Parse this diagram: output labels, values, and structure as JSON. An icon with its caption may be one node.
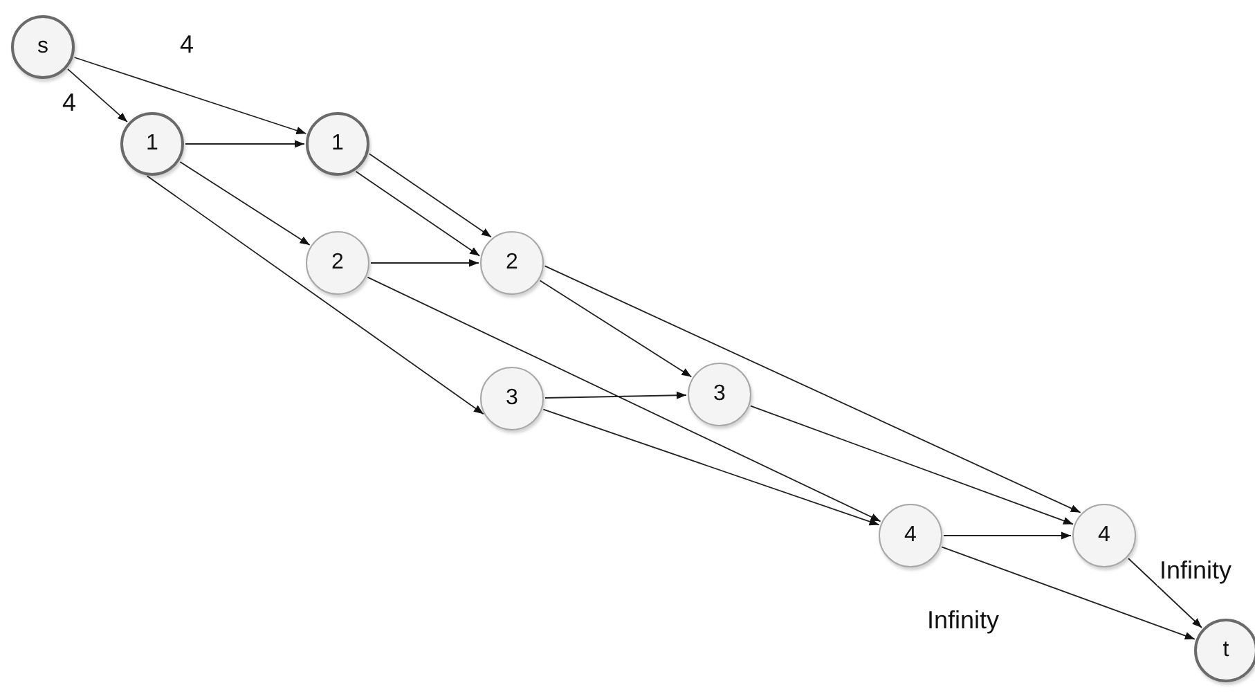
{
  "diagram": {
    "nodes": [
      {
        "text": [
          "s"
        ]
      },
      {
        "text": [
          "1"
        ]
      },
      {
        "text": [
          "1"
        ]
      },
      {
        "text": [
          "2"
        ]
      },
      {
        "text": [
          "2"
        ]
      },
      {
        "text": [
          "3"
        ]
      },
      {
        "text": [
          "3"
        ]
      },
      {
        "text": [
          "4"
        ]
      },
      {
        "text": [
          "4"
        ]
      },
      {
        "text": [
          "t"
        ]
      }
    ],
    "edges": [
      {
        "from": 0,
        "to": 1,
        "arrow": "to",
        "label": "4"
      },
      {
        "from": 0,
        "to": 2,
        "arrow": "to",
        "label": "4"
      },
      {
        "from": 1,
        "to": 2,
        "arrow": "to"
      },
      {
        "from": 1,
        "to": 3,
        "arrow": "to"
      },
      {
        "from": 1,
        "to": 5,
        "arrow": "to"
      },
      {
        "from": 2,
        "to": 4,
        "arrow": "to"
      },
      {
        "from": 2,
        "to": 4,
        "arrow": "to"
      },
      {
        "from": 3,
        "to": 4,
        "arrow": "to"
      },
      {
        "from": 3,
        "to": 7,
        "arrow": "to"
      },
      {
        "from": 4,
        "to": 6,
        "arrow": "to"
      },
      {
        "from": 4,
        "to": 8,
        "arrow": "to"
      },
      {
        "from": 5,
        "to": 6,
        "arrow": "to"
      },
      {
        "from": 5,
        "to": 7,
        "arrow": "to"
      },
      {
        "from": 6,
        "to": 8,
        "arrow": "to"
      },
      {
        "from": 7,
        "to": 8,
        "arrow": "to"
      },
      {
        "from": 7,
        "to": 9,
        "arrow": "to",
        "label": "Infinity"
      },
      {
        "from": 8,
        "to": 9,
        "arrow": "to",
        "label": "Infinity"
      }
    ]
  }
}
